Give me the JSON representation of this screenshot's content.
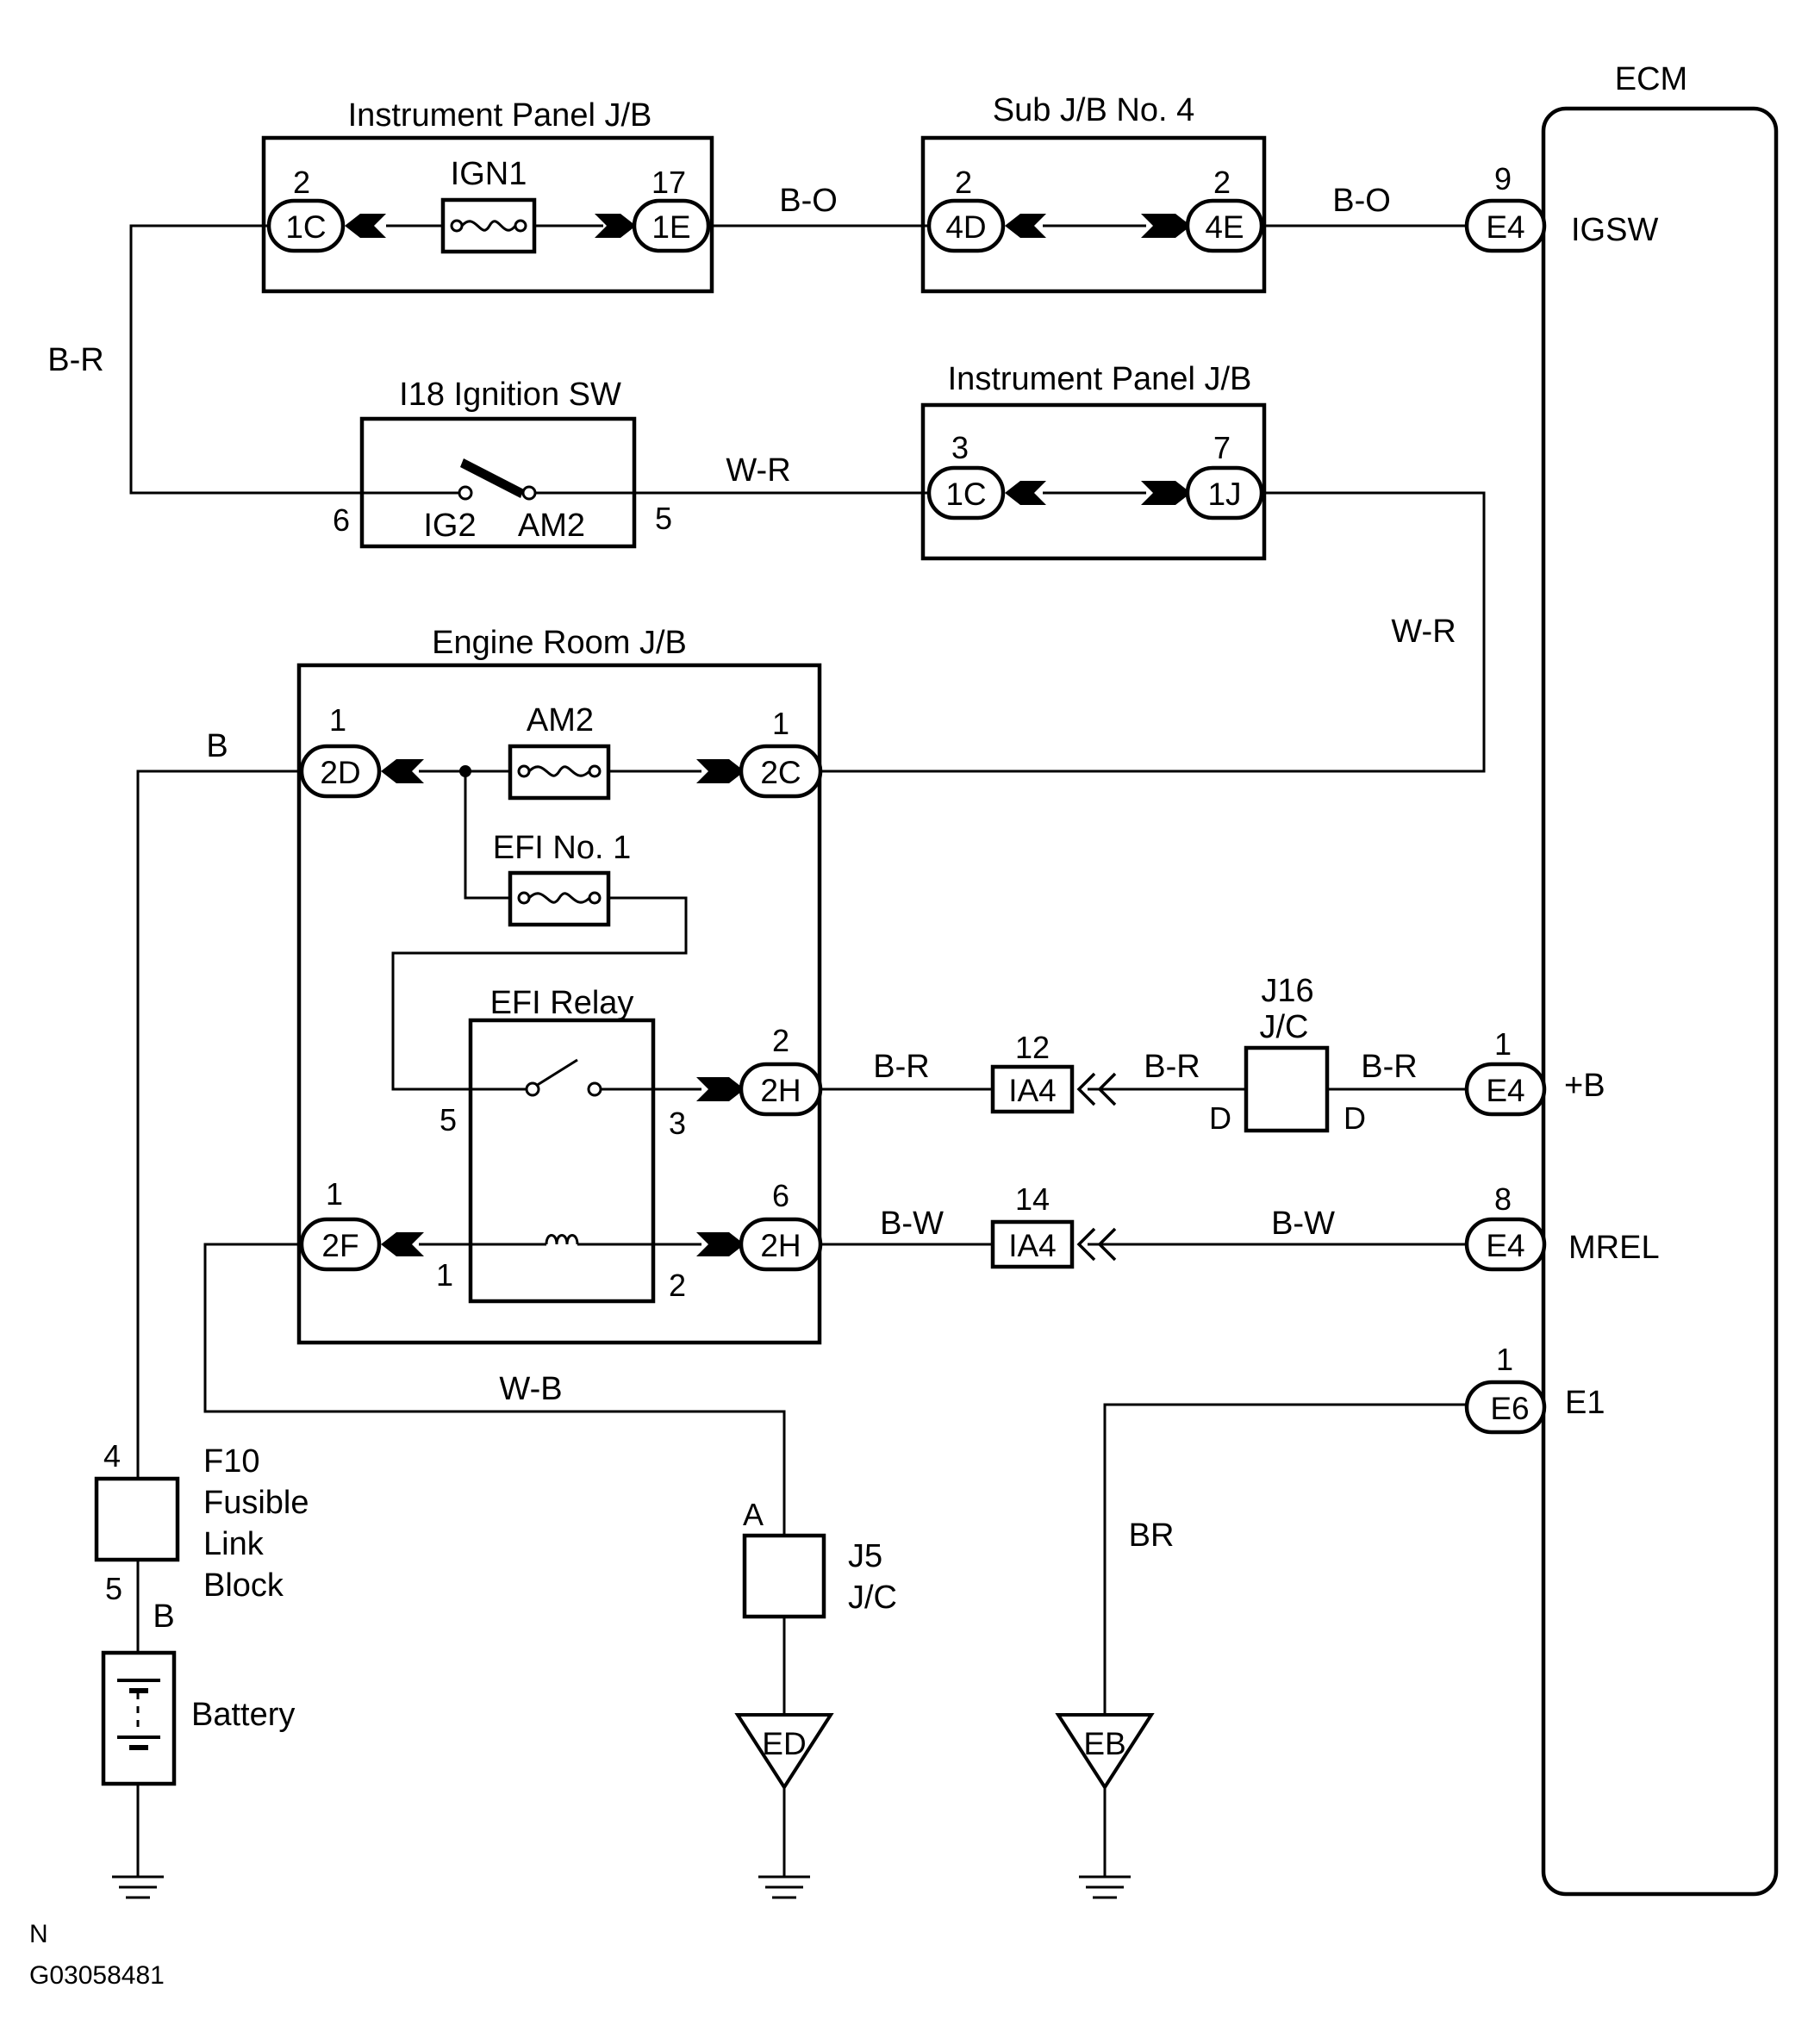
{
  "labels": {
    "ecm": "ECM",
    "ip_jb_top": "Instrument Panel J/B",
    "sub_jb4": "Sub J/B No. 4",
    "ign1": "IGN1",
    "ignition_sw": "I18 Ignition SW",
    "ig2": "IG2",
    "am2_sw": "AM2",
    "ip_jb_mid": "Instrument Panel J/B",
    "engine_room_jb": "Engine Room J/B",
    "am2_fuse": "AM2",
    "efi_no1": "EFI No. 1",
    "efi_relay": "EFI Relay",
    "j16_a": "J16",
    "j16_b": "J/C",
    "j5_a": "J5",
    "j5_b": "J/C",
    "f10_a": "F10",
    "f10_b": "Fusible",
    "f10_c": "Link",
    "f10_d": "Block",
    "battery": "Battery",
    "ed": "ED",
    "eb": "EB",
    "igsw": "IGSW",
    "plus_b": "+B",
    "mrel": "MREL",
    "e1": "E1",
    "corner_n": "N",
    "code": "G03058481"
  },
  "wires": {
    "bo1": "B-O",
    "bo2": "B-O",
    "br_left": "B-R",
    "wr1": "W-R",
    "wr2": "W-R",
    "b_top": "B",
    "br_a": "B-R",
    "br_b": "B-R",
    "br_c": "B-R",
    "bw_a": "B-W",
    "bw_b": "B-W",
    "wb": "W-B",
    "br_gnd": "BR",
    "b_batt": "B"
  },
  "connectors": {
    "c1c_top": "1C",
    "c1e": "1E",
    "c4d": "4D",
    "c4e": "4E",
    "ce4_igsw": "E4",
    "c1c_mid": "1C",
    "c1j": "1J",
    "c2d": "2D",
    "c2c": "2C",
    "c2h_top": "2H",
    "c2f": "2F",
    "c2h_bot": "2H",
    "cia4_a": "IA4",
    "cia4_b": "IA4",
    "ce4_b": "E4",
    "ce4_mrel": "E4",
    "ce6": "E6"
  },
  "pins": {
    "p_1c_top": "2",
    "p_1e": "17",
    "p_4d": "2",
    "p_4e": "2",
    "p_e4_igsw": "9",
    "p_sw6": "6",
    "p_sw5": "5",
    "p_1c_mid": "3",
    "p_1j": "7",
    "p_2d": "1",
    "p_2c": "1",
    "p_2h_top": "2",
    "p_relay5": "5",
    "p_relay3": "3",
    "p_2f": "1",
    "p_2h_bot": "6",
    "p_relay1": "1",
    "p_relay2": "2",
    "p_ia4_a": "12",
    "p_ia4_b": "14",
    "p_j16_l": "D",
    "p_j16_r": "D",
    "p_e4_b": "1",
    "p_e4_mrel": "8",
    "p_e6": "1",
    "p_f10_4": "4",
    "p_f10_5": "5",
    "p_j5_a": "A"
  }
}
